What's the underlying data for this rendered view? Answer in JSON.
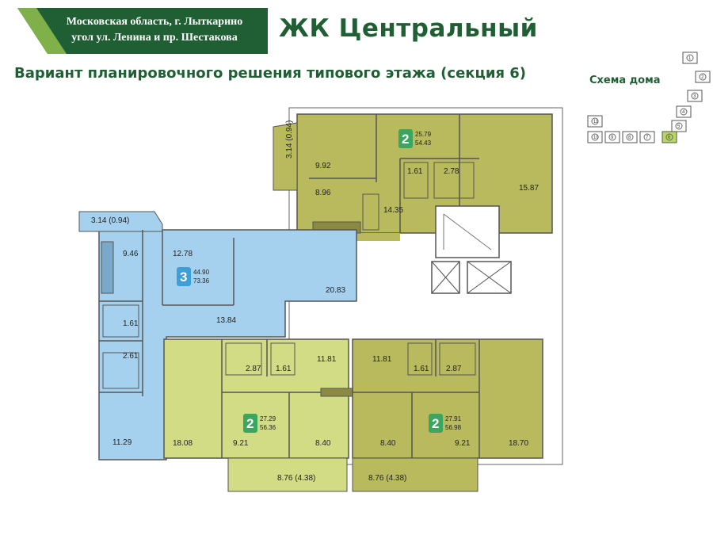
{
  "header": {
    "address_line1": "Московская область, г. Лыткарино",
    "address_line2": "угол ул. Ленина и пр. Шестакова",
    "title": "ЖК Центральный",
    "subtitle": "Вариант планировочного решения типового этажа (секция 6)",
    "scheme_label": "Схема дома"
  },
  "colors": {
    "dark_green": "#1f5f33",
    "green_band": "#36743f",
    "olive": "#b9b95e",
    "blue": "#a6d1ee",
    "light_green": "#d2dc84",
    "badge_green": "#3aa660",
    "badge_blue": "#3c9fd8"
  },
  "apartments": [
    {
      "id": "apt-top",
      "rooms": "2",
      "living": "25.79",
      "total": "54.43"
    },
    {
      "id": "apt-left",
      "rooms": "3",
      "living": "44.90",
      "total": "73.36"
    },
    {
      "id": "apt-bottom-left",
      "rooms": "2",
      "living": "27.29",
      "total": "56.36"
    },
    {
      "id": "apt-bottom-right",
      "rooms": "2",
      "living": "27.91",
      "total": "56.98"
    }
  ],
  "areas": {
    "top": {
      "balcony": "3.14 (0.94)",
      "kitchen": "9.92",
      "room_small": "8.96",
      "bath": "1.61",
      "wc": "2.78",
      "hall": "14.35",
      "room_big": "15.87"
    },
    "left": {
      "balcony": "3.14 (0.94)",
      "kitchen": "9.46",
      "room": "12.78",
      "living": "20.83",
      "hall": "13.84",
      "bath": "1.61",
      "wc": "2.61",
      "room_bottom": "11.29"
    },
    "bottom_left": {
      "wc": "2.87",
      "bath": "1.61",
      "hall": "11.81",
      "room": "18.08",
      "room2": "9.21",
      "kitchen": "8.40",
      "balcony": "8.76 (4.38)"
    },
    "bottom_right": {
      "hall": "11.81",
      "bath": "1.61",
      "wc": "2.87",
      "kitchen": "8.40",
      "room2": "9.21",
      "room": "18.70",
      "balcony": "8.76 (4.38)"
    }
  },
  "scheme_sections": [
    "1",
    "2",
    "3",
    "4",
    "5",
    "6",
    "7",
    "8",
    "9",
    "10",
    "11"
  ]
}
